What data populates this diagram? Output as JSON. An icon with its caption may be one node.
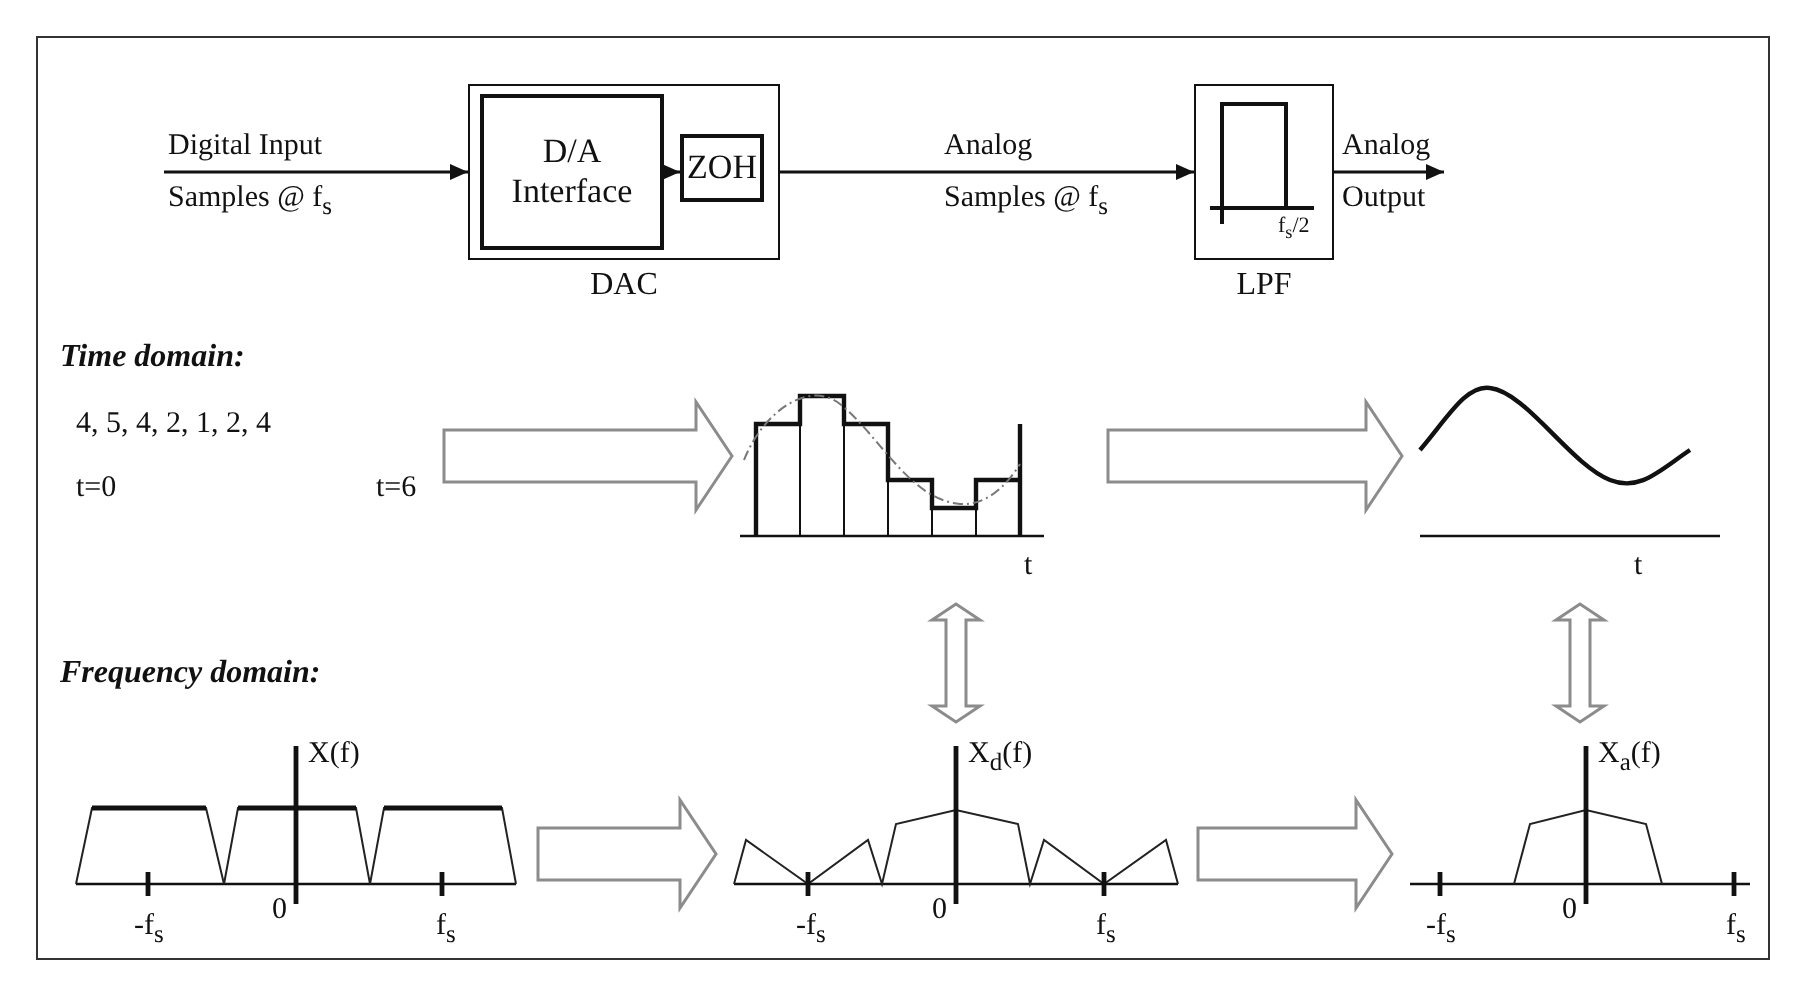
{
  "diagram": {
    "nodes": [
      {
        "text": [
          "DAC"
        ]
      },
      {
        "text": [
          "D/A Interface"
        ],
        "in": 0
      },
      {
        "text": [
          "ZOH"
        ],
        "in": 0
      },
      {
        "text": [
          "f$_{s}$/2",
          "LPF"
        ]
      },
      {
        "text": [
          "4, 5, 4, 2, 1, 2, 4",
          "t=0",
          "t=6"
        ]
      },
      {
        "text": [
          "t"
        ]
      },
      {
        "text": [
          "t"
        ]
      },
      {
        "text": [
          "X(f)",
          "-f$_{s}$",
          "0",
          "f$_{s}$"
        ]
      },
      {
        "text": [
          "X$_{d}$(f)",
          "-f$_{s}$",
          "0",
          "f$_{s}$"
        ]
      },
      {
        "text": [
          "X$_{a}$(f)",
          "-f$_{s}$",
          "0",
          "f$_{s}$"
        ]
      }
    ],
    "edges": [
      {
        "from": null,
        "to": 0,
        "arrow": "to",
        "label": "Digital Input Samples @ f$_{s}$"
      },
      {
        "from": 1,
        "to": 2,
        "arrow": "to"
      },
      {
        "from": 0,
        "to": 3,
        "arrow": "to",
        "label": "Analog Samples @ f$_{s}$"
      },
      {
        "from": 3,
        "to": null,
        "arrow": "to",
        "label": "Analog Output"
      },
      {
        "from": 4,
        "to": 5,
        "arrow": "to",
        "style": "thick",
        "color": "#8c8c8c"
      },
      {
        "from": 5,
        "to": 6,
        "arrow": "to",
        "style": "thick",
        "color": "#8c8c8c"
      },
      {
        "from": 5,
        "to": 8,
        "arrow": "both",
        "style": "thick",
        "color": "#8c8c8c"
      },
      {
        "from": 6,
        "to": 9,
        "arrow": "both",
        "style": "thick",
        "color": "#8c8c8c"
      },
      {
        "from": 7,
        "to": 8,
        "arrow": "to",
        "style": "thick",
        "color": "#8c8c8c"
      },
      {
        "from": 8,
        "to": 9,
        "arrow": "to",
        "style": "thick",
        "color": "#8c8c8c"
      }
    ],
    "labels": [
      "Time domain:",
      "Frequency domain:"
    ]
  }
}
